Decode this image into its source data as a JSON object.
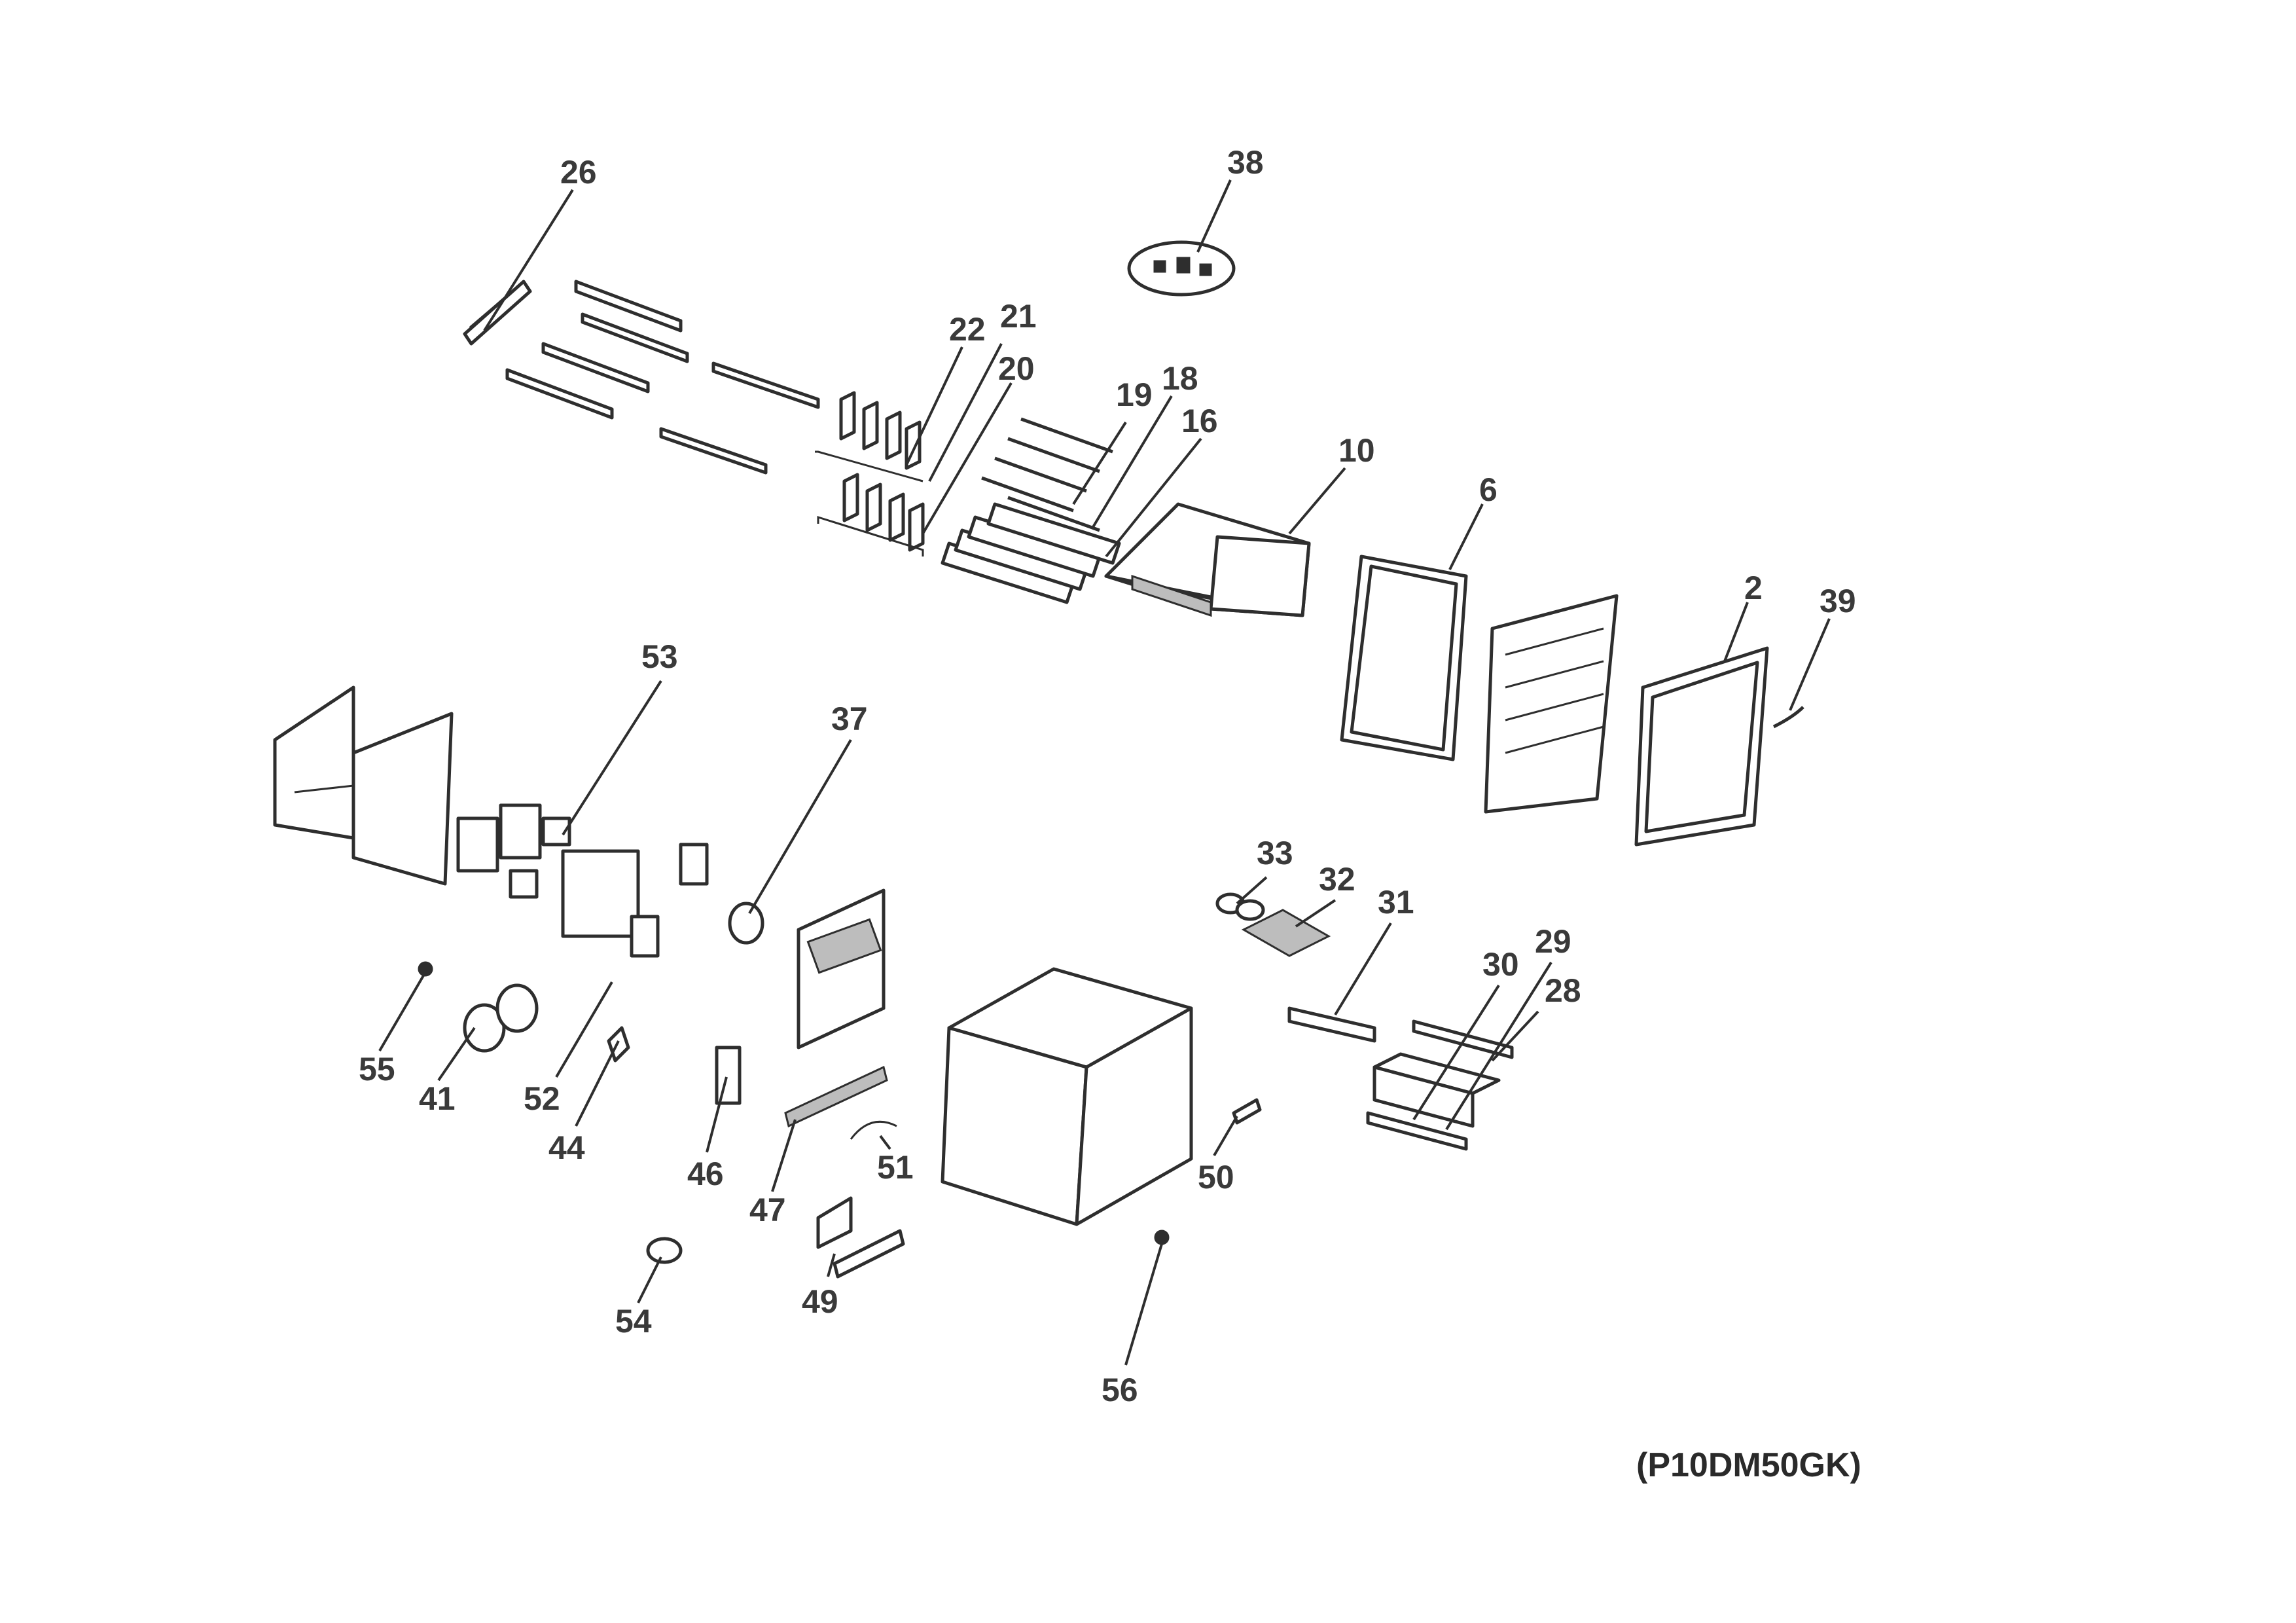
{
  "diagram": {
    "callouts": [
      {
        "id": "26",
        "label": "26"
      },
      {
        "id": "38",
        "label": "38"
      },
      {
        "id": "22",
        "label": "22"
      },
      {
        "id": "21",
        "label": "21"
      },
      {
        "id": "20",
        "label": "20"
      },
      {
        "id": "19",
        "label": "19"
      },
      {
        "id": "18",
        "label": "18"
      },
      {
        "id": "16",
        "label": "16"
      },
      {
        "id": "10",
        "label": "10"
      },
      {
        "id": "6",
        "label": "6"
      },
      {
        "id": "2",
        "label": "2"
      },
      {
        "id": "39",
        "label": "39"
      },
      {
        "id": "53",
        "label": "53"
      },
      {
        "id": "37",
        "label": "37"
      },
      {
        "id": "33",
        "label": "33"
      },
      {
        "id": "32",
        "label": "32"
      },
      {
        "id": "31",
        "label": "31"
      },
      {
        "id": "29",
        "label": "29"
      },
      {
        "id": "30",
        "label": "30"
      },
      {
        "id": "28",
        "label": "28"
      },
      {
        "id": "55",
        "label": "55"
      },
      {
        "id": "41",
        "label": "41"
      },
      {
        "id": "52",
        "label": "52"
      },
      {
        "id": "44",
        "label": "44"
      },
      {
        "id": "46",
        "label": "46"
      },
      {
        "id": "47",
        "label": "47"
      },
      {
        "id": "51",
        "label": "51"
      },
      {
        "id": "50",
        "label": "50"
      },
      {
        "id": "49",
        "label": "49"
      },
      {
        "id": "54",
        "label": "54"
      },
      {
        "id": "56",
        "label": "56"
      }
    ],
    "model_code": "(P10DM50GK)"
  }
}
